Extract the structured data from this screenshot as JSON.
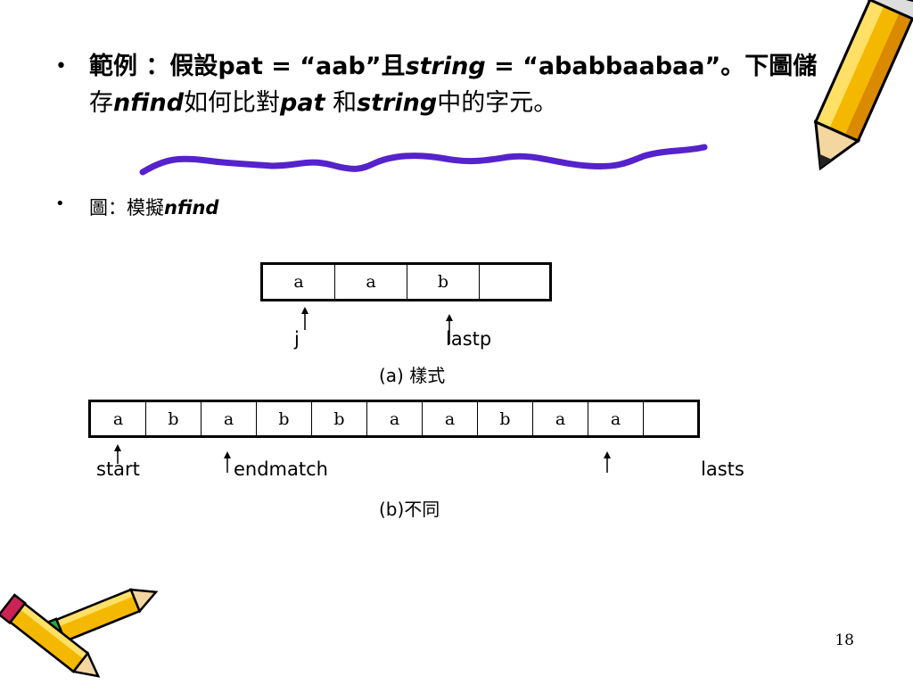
{
  "slide": {
    "bullet1": {
      "parts": {
        "p1": "範例 ：假設",
        "p2": "pat",
        "p3": " = “aab”且",
        "p4": "string",
        "p5": " = “ababbaabaa”。下圖儲",
        "p6": "存",
        "p7": "nfind",
        "p8": "如何比對",
        "p9": "pat",
        "p10": " 和",
        "p11": "string",
        "p12": "中的字元。"
      }
    },
    "bullet2": {
      "prefix": "圖：模擬",
      "name": "nfind"
    },
    "pattern": {
      "cells": [
        "a",
        "a",
        "b",
        ""
      ],
      "pointer_j": "j",
      "pointer_lastp": "lastp",
      "caption": "(a) 樣式"
    },
    "string": {
      "cells": [
        "a",
        "b",
        "a",
        "b",
        "b",
        "a",
        "a",
        "b",
        "a",
        "a",
        ""
      ],
      "label_start": "start",
      "label_endmatch": "endmatch",
      "label_lasts": "lasts",
      "caption": "(b)不同"
    },
    "page_number": "18"
  }
}
